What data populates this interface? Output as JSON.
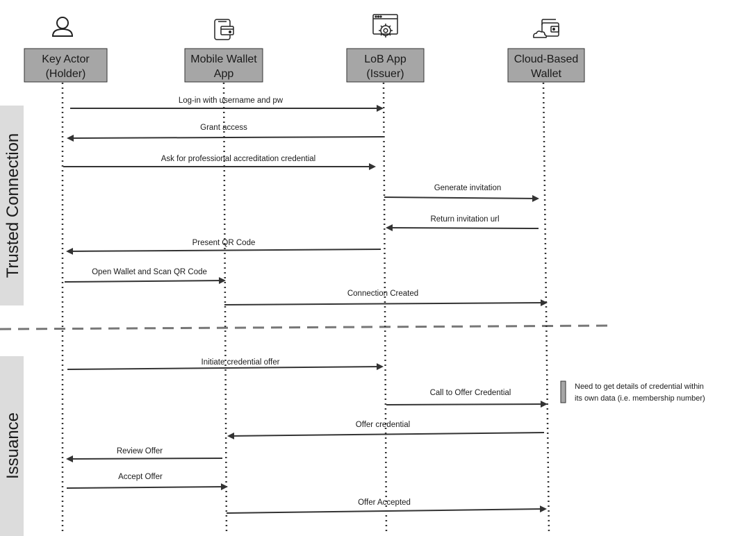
{
  "actors": [
    {
      "id": "holder",
      "line1": "Key Actor",
      "line2": "(Holder)",
      "icon": "person-icon"
    },
    {
      "id": "mobile",
      "line1": "Mobile Wallet",
      "line2": "App",
      "icon": "mobile-wallet-icon"
    },
    {
      "id": "lob",
      "line1": "LoB App",
      "line2": "(Issuer)",
      "icon": "app-gear-icon"
    },
    {
      "id": "cloud",
      "line1": "Cloud-Based",
      "line2": "Wallet",
      "icon": "cloud-wallet-icon"
    }
  ],
  "sections": [
    {
      "id": "trusted",
      "label": "Trusted Connection"
    },
    {
      "id": "issuance",
      "label": "Issuance"
    }
  ],
  "messages": [
    {
      "label": "Log-in with username and pw",
      "from": "holder",
      "to": "lob"
    },
    {
      "label": "Grant access",
      "from": "lob",
      "to": "holder"
    },
    {
      "label": "Ask for professional accreditation credential",
      "from": "holder",
      "to": "lob"
    },
    {
      "label": "Generate invitation",
      "from": "lob",
      "to": "cloud"
    },
    {
      "label": "Return invitation url",
      "from": "cloud",
      "to": "lob"
    },
    {
      "label": "Present QR Code",
      "from": "lob",
      "to": "holder"
    },
    {
      "label": "Open Wallet and Scan QR Code",
      "from": "holder",
      "to": "mobile"
    },
    {
      "label": "Connection Created",
      "from": "mobile",
      "to": "cloud"
    },
    {
      "label": "Initiate credential offer",
      "from": "holder",
      "to": "lob"
    },
    {
      "label": "Call to Offer Credential",
      "from": "lob",
      "to": "cloud"
    },
    {
      "label": "Offer credential",
      "from": "cloud",
      "to": "mobile"
    },
    {
      "label": "Review Offer",
      "from": "mobile",
      "to": "holder"
    },
    {
      "label": "Accept Offer",
      "from": "holder",
      "to": "mobile"
    },
    {
      "label": "Offer Accepted",
      "from": "mobile",
      "to": "cloud"
    }
  ],
  "note": {
    "line1": "Need to get details of credential within",
    "line2": "its own data (i.e. membership number)"
  },
  "colors": {
    "actor_box": "#a6a6a6",
    "section_band": "#dcdcdc",
    "line": "#333333",
    "divider": "#777777"
  }
}
